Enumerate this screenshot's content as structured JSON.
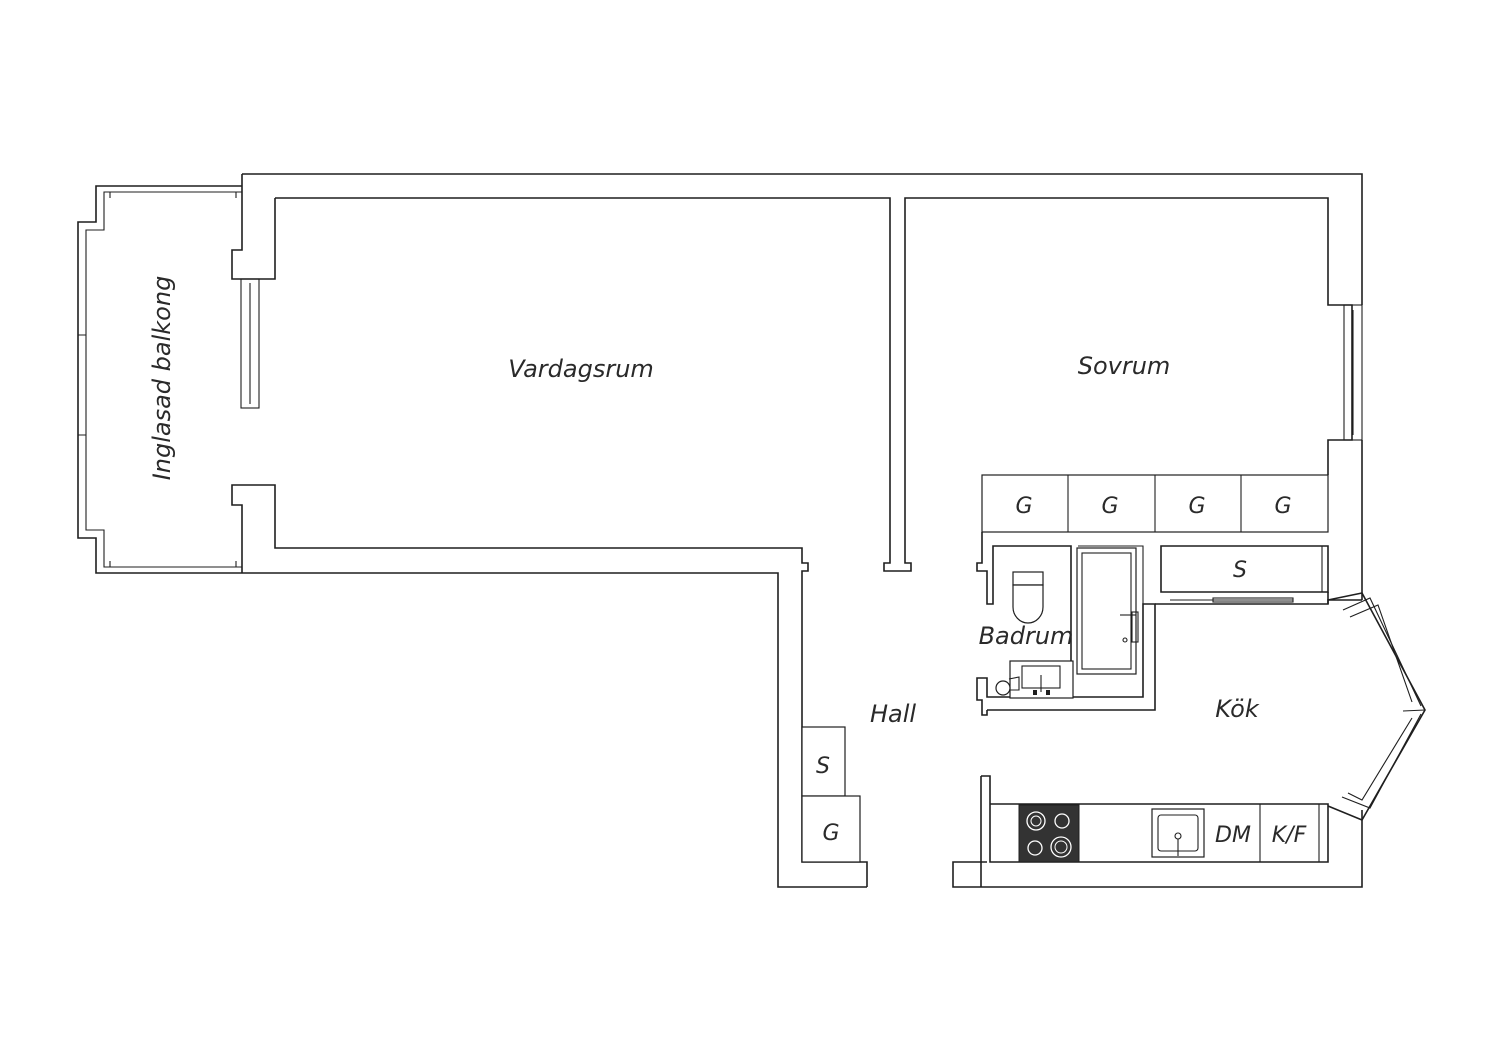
{
  "rooms": {
    "balcony": "Inglasad balkong",
    "living": "Vardagsrum",
    "bedroom": "Sovrum",
    "bathroom": "Badrum",
    "hall": "Hall",
    "kitchen": "Kök"
  },
  "storage": {
    "wardrobe": "G",
    "closet": "S"
  },
  "appliances": {
    "dishwasher": "DM",
    "fridge_freezer": "K/F"
  },
  "colors": {
    "line": "#1f1f1f",
    "stove": "#333333"
  }
}
